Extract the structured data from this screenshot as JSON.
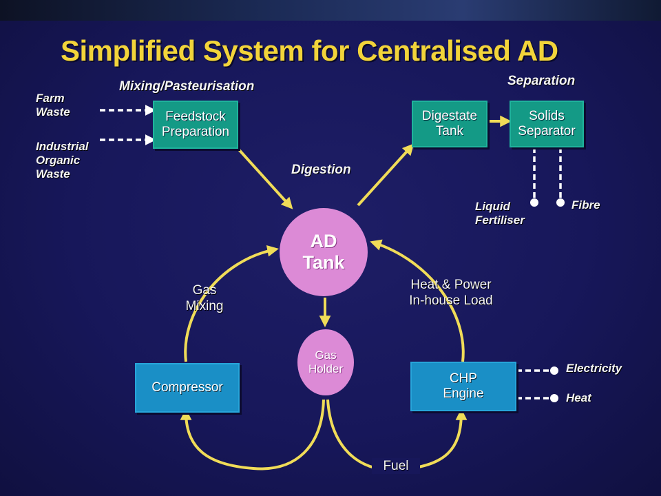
{
  "title": "Simplified System for Centralised AD",
  "sections": {
    "mixing": "Mixing/Pasteurisation",
    "separation": "Separation",
    "digestion": "Digestion"
  },
  "inputs": {
    "farm_waste": "Farm\nWaste",
    "industrial_waste": "Industrial\nOrganic\nWaste"
  },
  "nodes": {
    "feedstock": "Feedstock\nPreparation",
    "digestate": "Digestate\nTank",
    "separator": "Solids\nSeparator",
    "ad_tank": "AD\nTank",
    "gas_holder": "Gas\nHolder",
    "compressor": "Compressor",
    "chp": "CHP\nEngine"
  },
  "outputs": {
    "liquid_fertiliser": "Liquid\nFertiliser",
    "fibre": "Fibre",
    "electricity": "Electricity",
    "heat": "Heat"
  },
  "flows": {
    "gas_mixing": "Gas\nMixing",
    "heat_power": "Heat & Power\nIn-house Load",
    "fuel": "Fuel"
  },
  "colors": {
    "title": "#f2d43a",
    "arrow": "#f0dc58",
    "teal_box": "#149a86",
    "blue_box": "#1a8fc6",
    "circle": "#dc8ad6",
    "background": "#17175a"
  }
}
